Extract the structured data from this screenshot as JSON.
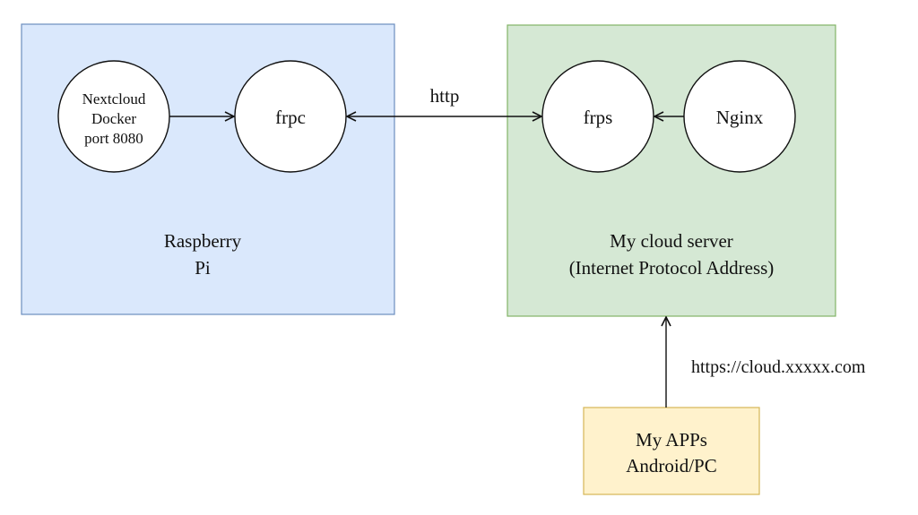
{
  "colors": {
    "pi_box_fill": "#dae8fc",
    "pi_box_stroke": "#6c8ebf",
    "cloud_box_fill": "#d5e8d4",
    "cloud_box_stroke": "#82b366",
    "apps_box_fill": "#fff2cc",
    "apps_box_stroke": "#d6b656",
    "node_fill": "#ffffff",
    "line": "#111111"
  },
  "raspberry_pi": {
    "label_line1": "Raspberry",
    "label_line2": "Pi",
    "nextcloud": {
      "line1": "Nextcloud",
      "line2": "Docker",
      "line3": "port 8080"
    },
    "frpc": "frpc"
  },
  "cloud_server": {
    "label_line1": "My cloud server",
    "label_line2": "(Internet Protocol Address)",
    "frps": "frps",
    "nginx": "Nginx"
  },
  "apps": {
    "line1": "My APPs",
    "line2": "Android/PC"
  },
  "connections": {
    "tunnel": "http",
    "public": "https://cloud.xxxxx.com"
  }
}
